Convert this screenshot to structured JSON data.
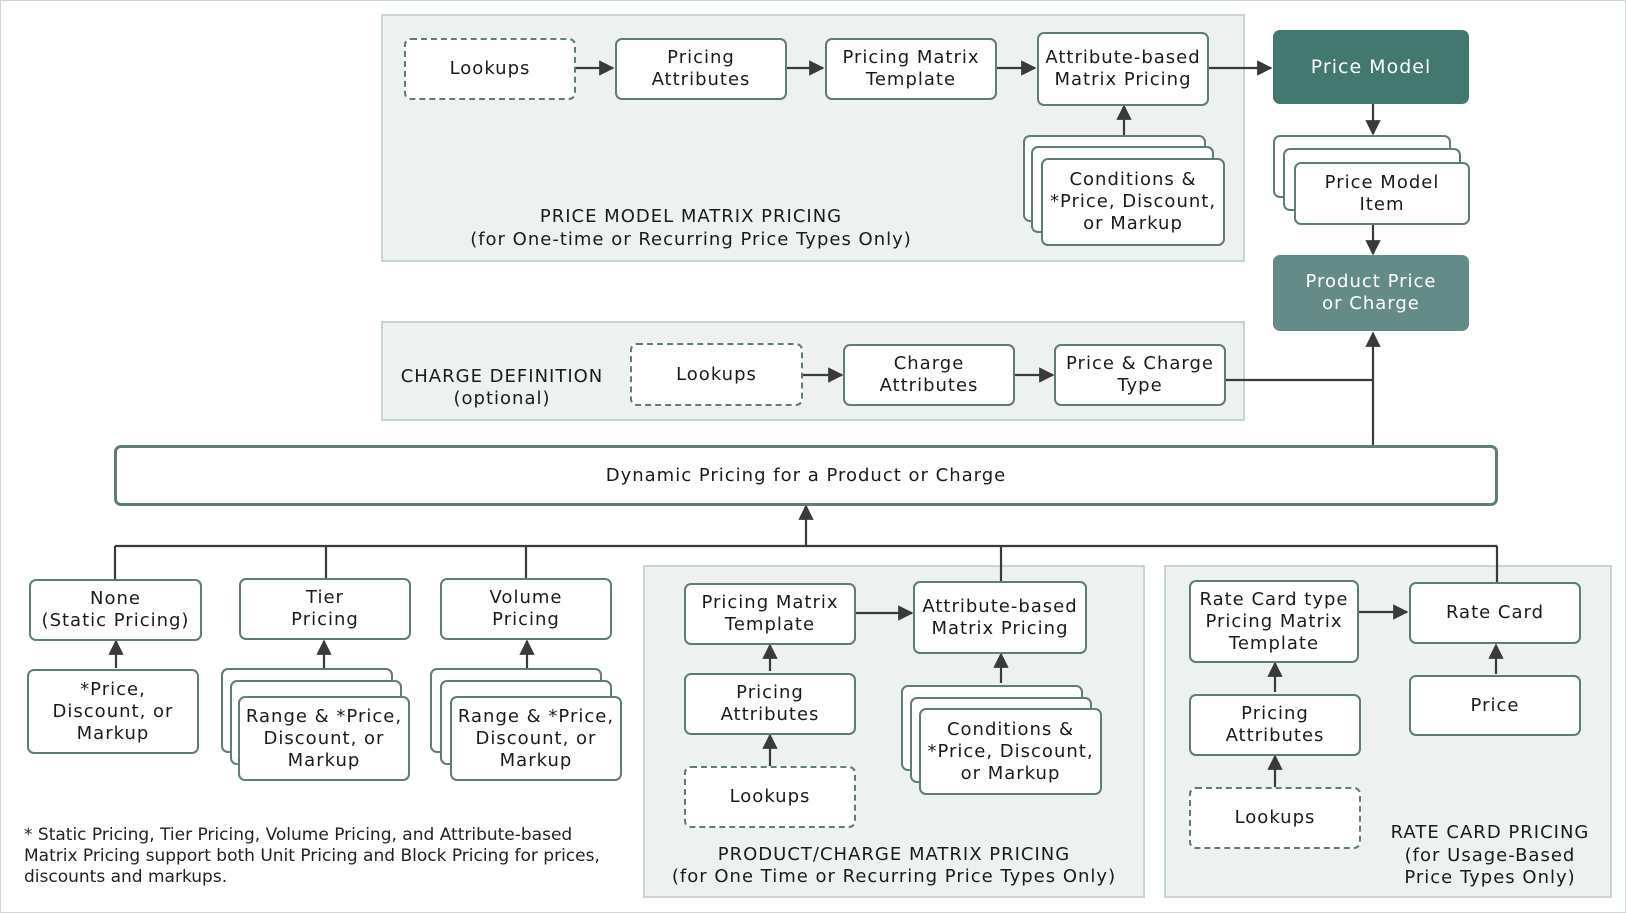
{
  "price_model_matrix": {
    "title": "PRICE MODEL MATRIX PRICING",
    "subtitle": "(for One-time or Recurring Price Types Only)",
    "lookups": "Lookups",
    "pricing_attributes": "Pricing\nAttributes",
    "pricing_matrix_template": "Pricing Matrix\nTemplate",
    "attribute_based": "Attribute-based\nMatrix Pricing",
    "conditions": "Conditions &\n*Price, Discount,\nor Markup"
  },
  "price_model": "Price Model",
  "price_model_item": "Price Model\nItem",
  "product_price": "Product Price\nor Charge",
  "charge_definition": {
    "title": "CHARGE DEFINITION",
    "subtitle": "(optional)",
    "lookups": "Lookups",
    "charge_attributes": "Charge\nAttributes",
    "price_charge_type": "Price & Charge\nType"
  },
  "dynamic_pricing": "Dynamic Pricing for a Product or Charge",
  "none_static": {
    "label": "None\n(Static Pricing)",
    "child": "*Price,\nDiscount, or\nMarkup"
  },
  "tier": {
    "label": "Tier\nPricing",
    "child": "Range & *Price,\nDiscount, or\nMarkup"
  },
  "volume": {
    "label": "Volume\nPricing",
    "child": "Range & *Price,\nDiscount, or\nMarkup"
  },
  "product_charge_matrix": {
    "title": "PRODUCT/CHARGE MATRIX PRICING",
    "subtitle": "(for One Time or Recurring Price Types Only)",
    "pricing_matrix_template": "Pricing Matrix\nTemplate",
    "attribute_based": "Attribute-based\nMatrix Pricing",
    "pricing_attributes": "Pricing\nAttributes",
    "lookups": "Lookups",
    "conditions": "Conditions &\n*Price, Discount,\nor Markup"
  },
  "rate_card_pricing": {
    "title": "RATE CARD PRICING",
    "subtitle": "(for Usage-Based\nPrice Types Only)",
    "template": "Rate Card type\nPricing Matrix\nTemplate",
    "rate_card": "Rate Card",
    "pricing_attributes": "Pricing\nAttributes",
    "lookups": "Lookups",
    "price": "Price"
  },
  "footnote": "* Static Pricing, Tier Pricing, Volume Pricing, and Attribute-based\nMatrix Pricing support both Unit Pricing and Block Pricing for prices,\ndiscounts and markups.",
  "colors": {
    "accent_dark": "#42786f",
    "accent_mid": "#658b88",
    "border": "#5e7c79",
    "panel": "#edf1f0",
    "line": "#3a3a3a"
  }
}
